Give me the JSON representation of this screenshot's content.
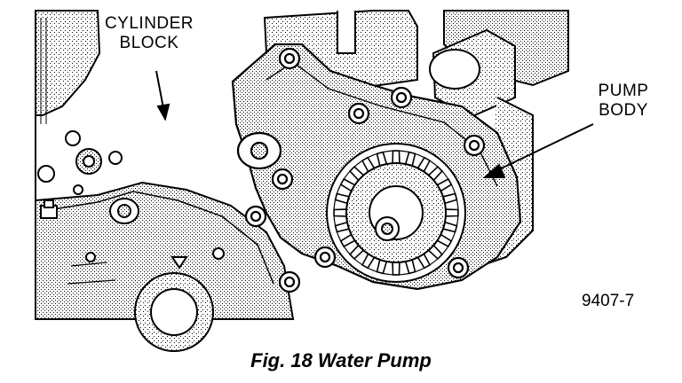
{
  "labels": {
    "cylinder_block_line1": "CYLINDER",
    "cylinder_block_line2": "BLOCK",
    "pump_body_line1": "PUMP",
    "pump_body_line2": "BODY"
  },
  "figure_id": "9407-7",
  "caption": "Fig. 18 Water Pump"
}
